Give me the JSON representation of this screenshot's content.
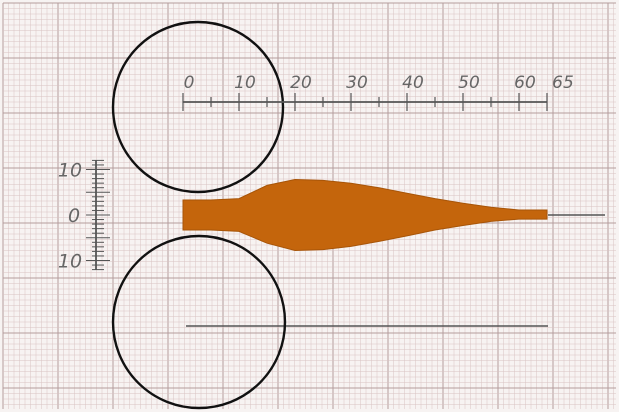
{
  "colors": {
    "paper": "#f7f3f2",
    "grid_minor": "#d9c3c3",
    "grid_major": "#b49c9c",
    "ink": "#555555",
    "circle": "#111111",
    "shape": "#c4650c"
  },
  "horizontal_scale": {
    "labels": [
      "0",
      "10",
      "20",
      "30",
      "40",
      "50",
      "60",
      "65"
    ],
    "values": [
      0,
      10,
      20,
      30,
      40,
      50,
      60,
      65
    ]
  },
  "vertical_scale": {
    "labels": [
      "10",
      "0",
      "10"
    ],
    "values": [
      10,
      0,
      -10
    ]
  },
  "profile_halfwidth": {
    "x": [
      0,
      5,
      10,
      15,
      20,
      25,
      30,
      35,
      40,
      45,
      50,
      55,
      60,
      65
    ],
    "upper": [
      3.3,
      3.3,
      3.6,
      6.5,
      7.8,
      7.6,
      7.0,
      6.0,
      4.8,
      3.6,
      2.6,
      1.7,
      1.1,
      1.1
    ],
    "lower": [
      3.3,
      3.3,
      3.6,
      6.2,
      7.8,
      7.6,
      6.9,
      5.8,
      4.6,
      3.3,
      2.3,
      1.4,
      0.9,
      0.9
    ]
  }
}
